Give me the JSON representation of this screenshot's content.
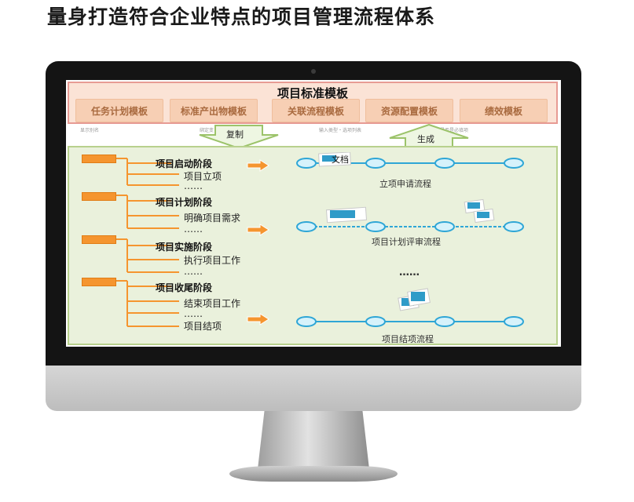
{
  "page": {
    "title": "量身打造符合企业特点的项目管理流程体系"
  },
  "templates": {
    "title": "项目标准模板",
    "buttons": [
      "任务计划模板",
      "标准产出物模板",
      "关联流程模板",
      "资源配置模板",
      "绩效模板"
    ]
  },
  "hints": [
    "显示别名",
    "绑定变",
    "输入类型・选项列表",
    "是否是必填项"
  ],
  "arrows": {
    "copy": "复制",
    "generate": "生成"
  },
  "phases": [
    {
      "title": "项目启动阶段",
      "items": [
        "项目立项",
        "……"
      ]
    },
    {
      "title": "项目计划阶段",
      "items": [
        "明确项目需求",
        "……"
      ]
    },
    {
      "title": "项目实施阶段",
      "items": [
        "执行项目工作",
        "……"
      ]
    },
    {
      "title": "项目收尾阶段",
      "items": [
        "结束项目工作",
        "……",
        "项目结项"
      ]
    }
  ],
  "flows": [
    {
      "label": "立项申请流程"
    },
    {
      "label": "项目计划评审流程"
    },
    {
      "label": "项目结项流程"
    }
  ],
  "doc_label": "文档",
  "ellipsis": "……",
  "colors": {
    "accent_orange": "#f5952f",
    "node_blue": "#2fa6d6",
    "template_bg": "#fbe3d6",
    "main_bg": "#eaf1dc"
  }
}
